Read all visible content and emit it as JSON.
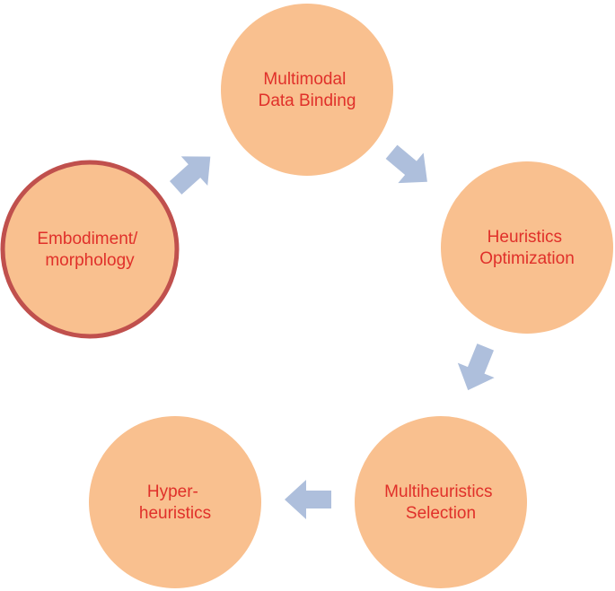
{
  "colors": {
    "node_fill": "#f9c08f",
    "highlight_border": "#c0504d",
    "label_text": "#e0302a",
    "arrow_fill": "#aebfdc"
  },
  "nodes": [
    {
      "id": "multimodal",
      "label_lines": [
        "Multimodal",
        "Data Binding"
      ],
      "highlighted": false
    },
    {
      "id": "heuristics-optimization",
      "label_lines": [
        "Heuristics",
        "Optimization"
      ],
      "highlighted": false
    },
    {
      "id": "multiheuristics-selection",
      "label_lines": [
        "Multiheuristics",
        "Selection"
      ],
      "highlighted": false
    },
    {
      "id": "hyper-heuristics",
      "label_lines": [
        "Hyper-",
        "heuristics"
      ],
      "highlighted": false
    },
    {
      "id": "embodiment",
      "label_lines": [
        "Embodiment/",
        "morphology"
      ],
      "highlighted": true
    }
  ],
  "edges": [
    {
      "from": "multimodal",
      "to": "heuristics-optimization"
    },
    {
      "from": "heuristics-optimization",
      "to": "multiheuristics-selection"
    },
    {
      "from": "multiheuristics-selection",
      "to": "hyper-heuristics"
    },
    {
      "from": "embodiment",
      "to": "multimodal"
    }
  ]
}
